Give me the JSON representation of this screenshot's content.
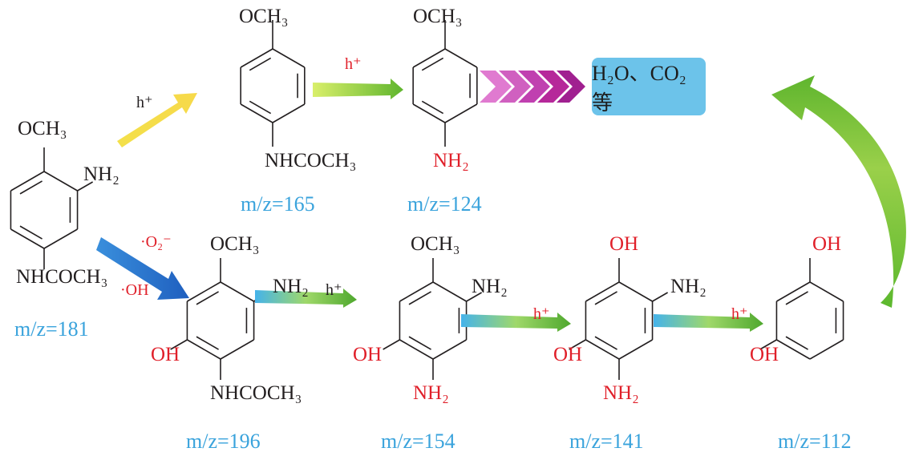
{
  "title": "Degradation pathway of 3-amino-4-methoxyacetanilide",
  "start": {
    "och3": "OCH₃",
    "nh2": "NH₂",
    "nhcoch3": "NHCOCH₃",
    "mz": "m/z=181"
  },
  "top1": {
    "och3": "OCH₃",
    "nhcoch3": "NHCOCH₃",
    "mz": "m/z=165"
  },
  "top2": {
    "och3": "OCH₃",
    "nh2": "NH₂",
    "mz": "m/z=124"
  },
  "end_box": "H₂O、CO₂等",
  "arrows": {
    "a1": "h⁺",
    "a2": "h⁺",
    "radical1": "·O₂⁻",
    "radical2": "·OH",
    "b1": "h⁺",
    "b2": "h⁺",
    "b3": "h⁺"
  },
  "bot1": {
    "och3": "OCH₃",
    "nh2": "NH₂",
    "oh": "OH",
    "nhcoch3": "NHCOCH₃",
    "mz": "m/z=196"
  },
  "bot2": {
    "och3": "OCH₃",
    "nh2": "NH₂",
    "oh": "OH",
    "nh2b": "NH₂",
    "mz": "m/z=154"
  },
  "bot3": {
    "oh1": "OH",
    "nh2": "NH₂",
    "oh": "OH",
    "nh2b": "NH₂",
    "mz": "m/z=141"
  },
  "bot4": {
    "oh1": "OH",
    "oh": "OH",
    "mz": "m/z=112"
  },
  "colors": {
    "black": "#231f20",
    "red": "#e0202a",
    "mz": "#3aa3dc",
    "box": "#6cc3ea"
  }
}
